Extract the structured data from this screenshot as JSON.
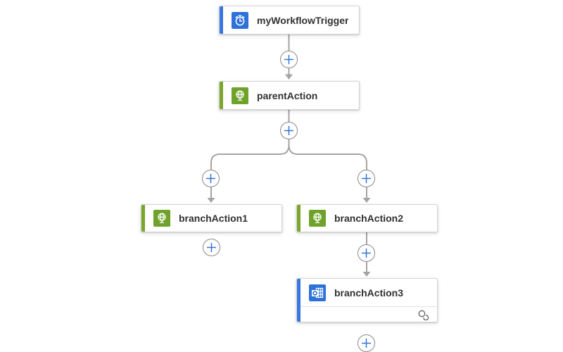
{
  "app": {
    "name": "Workflow designer canvas"
  },
  "colors": {
    "canvas_background": "#ffffff",
    "trigger_accent_blue": "#3a76e0",
    "action_accent_green": "#7aa62c",
    "blue_icon_background": "#2e71d8",
    "green_icon_background": "#6fa22a",
    "connector_gray": "#a6a4a2",
    "plus_glyph_blue": "#3273d9",
    "plus_circle_border": "#8a8886",
    "card_border": "#d6d4d2",
    "label_text": "#323130"
  },
  "nodes": {
    "trigger": {
      "label": "myWorkflowTrigger",
      "icon": "recurrence-clock-icon",
      "accent": "blue",
      "kind": "trigger"
    },
    "parent": {
      "label": "parentAction",
      "icon": "globe-icon",
      "accent": "green",
      "kind": "action"
    },
    "branch1": {
      "label": "branchAction1",
      "icon": "globe-icon",
      "accent": "green",
      "kind": "action"
    },
    "branch2": {
      "label": "branchAction2",
      "icon": "globe-icon",
      "accent": "green",
      "kind": "action"
    },
    "branch3": {
      "label": "branchAction3",
      "icon": "outlook-connector-icon",
      "accent": "blue",
      "kind": "action",
      "footer_icon": "connection-icon"
    }
  }
}
